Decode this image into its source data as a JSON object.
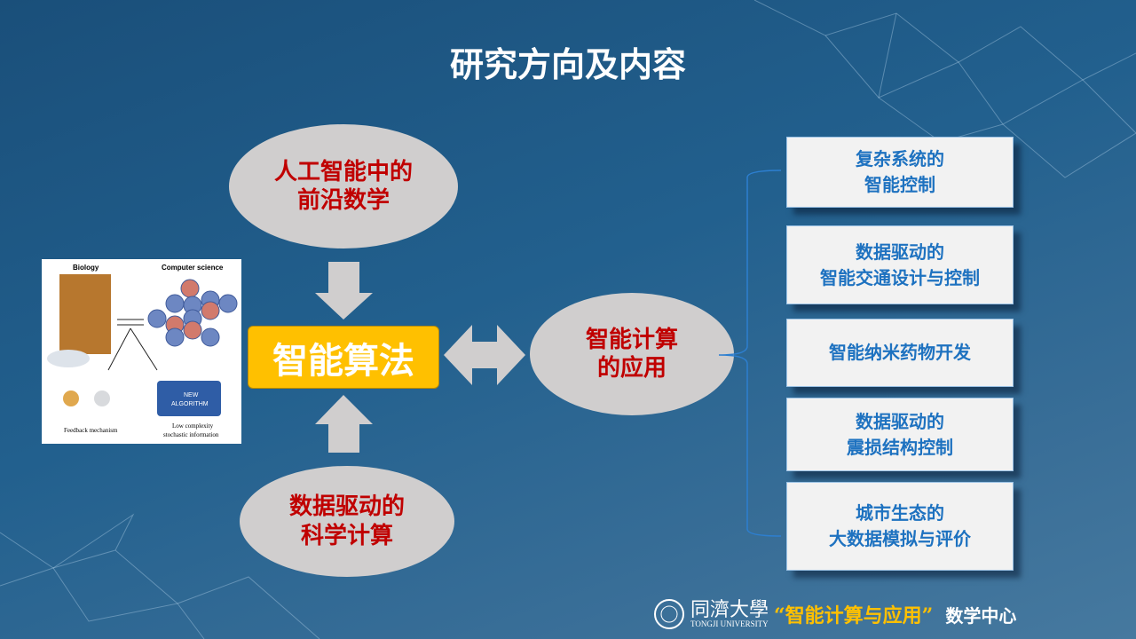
{
  "title": "研究方向及内容",
  "top_topic": "人工智能中的\n前沿数学",
  "bottom_topic": "数据驱动的\n科学计算",
  "core": "智能算法",
  "app_topic": "智能计算\n的应用",
  "applications": [
    "复杂系统的\n智能控制",
    "数据驱动的\n智能交通设计与控制",
    "智能纳米药物开发",
    "数据驱动的\n震损结构控制",
    "城市生态的\n大数据模拟与评价"
  ],
  "figure": {
    "biology": "Biology",
    "cs": "Computer science",
    "feedback": "Feedback mechanism",
    "low": "Low complexity",
    "stochastic": "stochastic information",
    "algo1": "NEW",
    "algo2": "ALGORITHM"
  },
  "footer": {
    "univ_cn": "同濟大學",
    "univ_en": "TONGJI UNIVERSITY",
    "slogan": "“智能计算与应用”",
    "center": "数学中心"
  },
  "colors": {
    "accent": "#ffc000",
    "topic_text": "#c00000",
    "box_text": "#1e72c0"
  }
}
